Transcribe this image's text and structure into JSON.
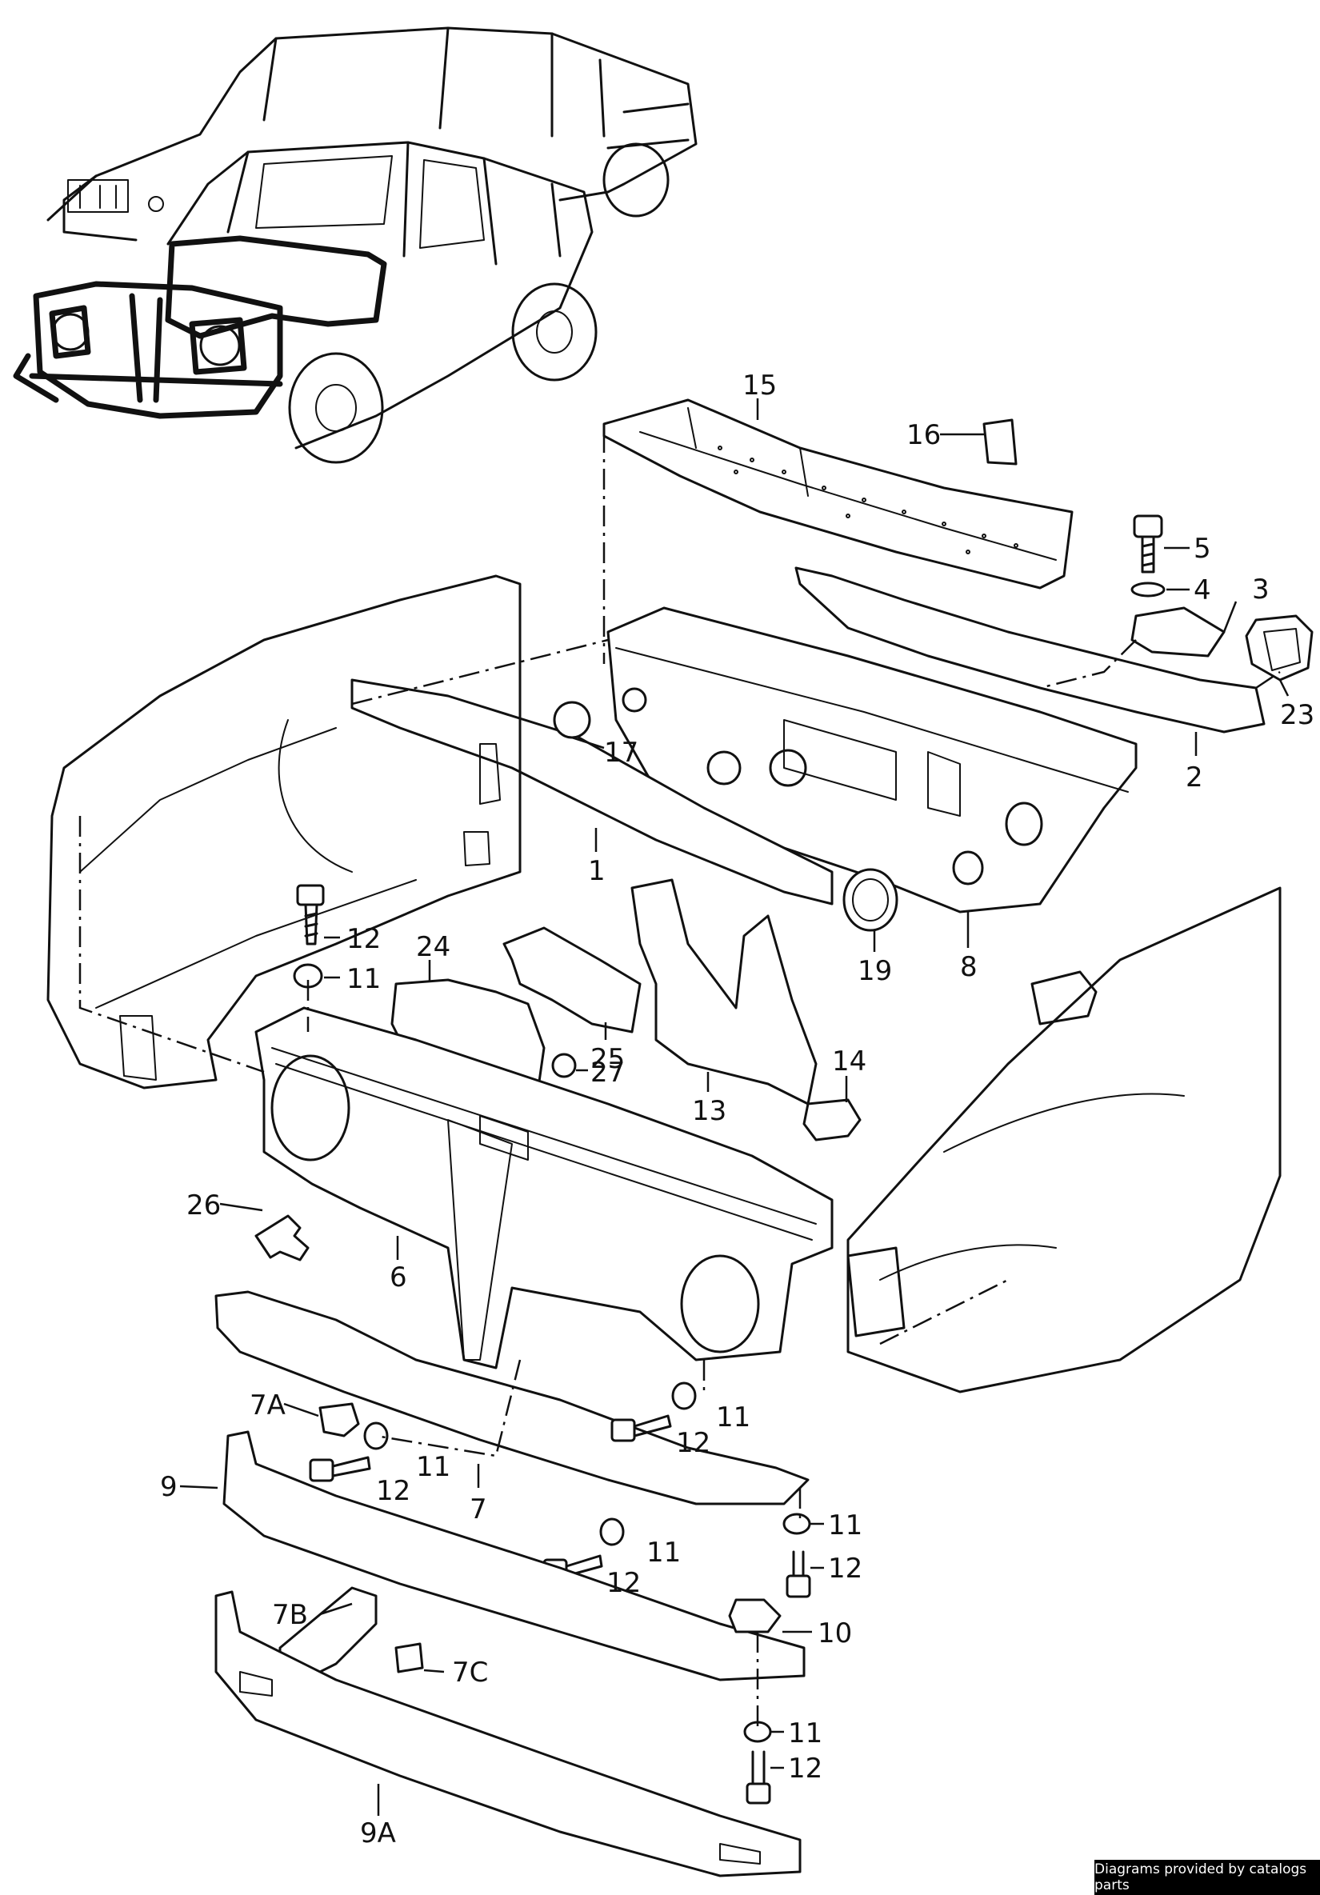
{
  "credit": "Diagrams provided by catalogs parts",
  "labels": [
    "15",
    "16",
    "5",
    "4",
    "3",
    "23",
    "2",
    "17",
    "1",
    "8",
    "19",
    "12",
    "11",
    "24",
    "25",
    "27",
    "13",
    "14",
    "26",
    "6",
    "7A",
    "11",
    "12",
    "9",
    "12",
    "11",
    "7",
    "11",
    "11",
    "12",
    "12",
    "10",
    "7B",
    "7C",
    "11",
    "12",
    "9A"
  ]
}
